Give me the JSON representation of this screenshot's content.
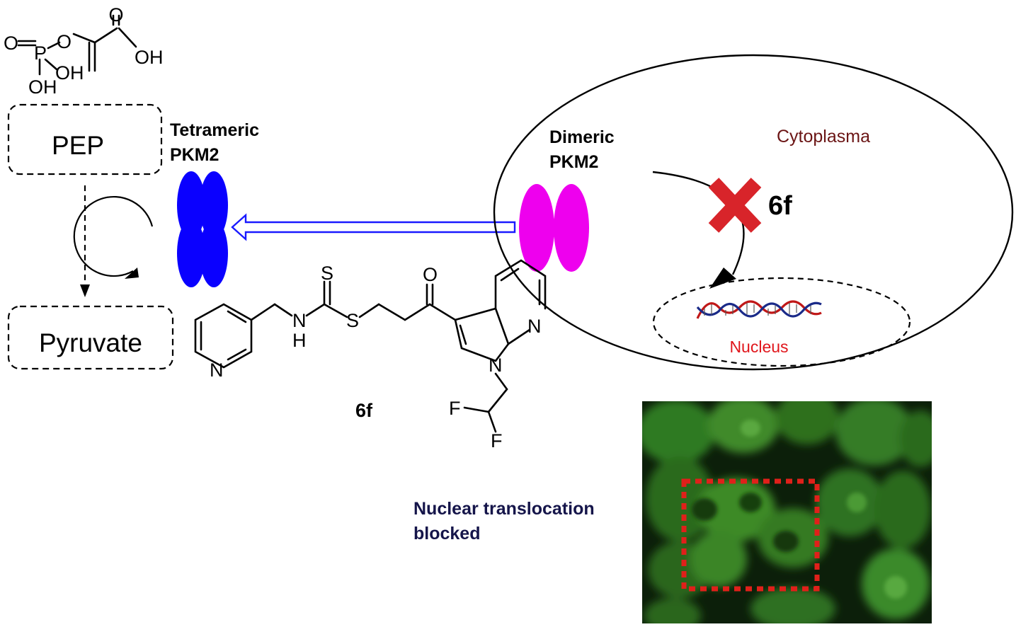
{
  "pep_structure": {
    "atom_o_top": "O",
    "atom_oh_acid": "OH",
    "atom_o_left": "O",
    "atom_p": "P",
    "atom_o_bridge": "O",
    "atom_oh_p1": "OH",
    "atom_oh_p2": "OH"
  },
  "boxes": {
    "pep": "PEP",
    "pyruvate": "Pyruvate"
  },
  "proteins": {
    "tetramer_line1": "Tetrameric",
    "tetramer_line2": "PKM2",
    "dimer_line1": "Dimeric",
    "dimer_line2": "PKM2",
    "tetramer_color": "#0a00ff",
    "dimer_color": "#ee00ee"
  },
  "cell": {
    "cytoplasm_label": "Cytoplasma",
    "nucleus_label": "Nucleus",
    "inhibitor_label": "6f",
    "cytoplasm_color": "#6b1515",
    "nucleus_color": "#e0151b",
    "block_color": "#d8242a"
  },
  "compound": {
    "label": "6f",
    "atom_s_thione": "S",
    "atom_s_thio": "S",
    "atom_nh_n": "N",
    "atom_nh_h": "H",
    "atom_o_ketone": "O",
    "atom_n_pyridine": "N",
    "atom_n_azaindole_ring": "N",
    "atom_n_pyrrole": "N",
    "atom_f1": "F",
    "atom_f2": "F"
  },
  "micrograph": {
    "caption_line1": "Nuclear translocation",
    "caption_line2": "blocked",
    "caption_color": "#15154a"
  }
}
